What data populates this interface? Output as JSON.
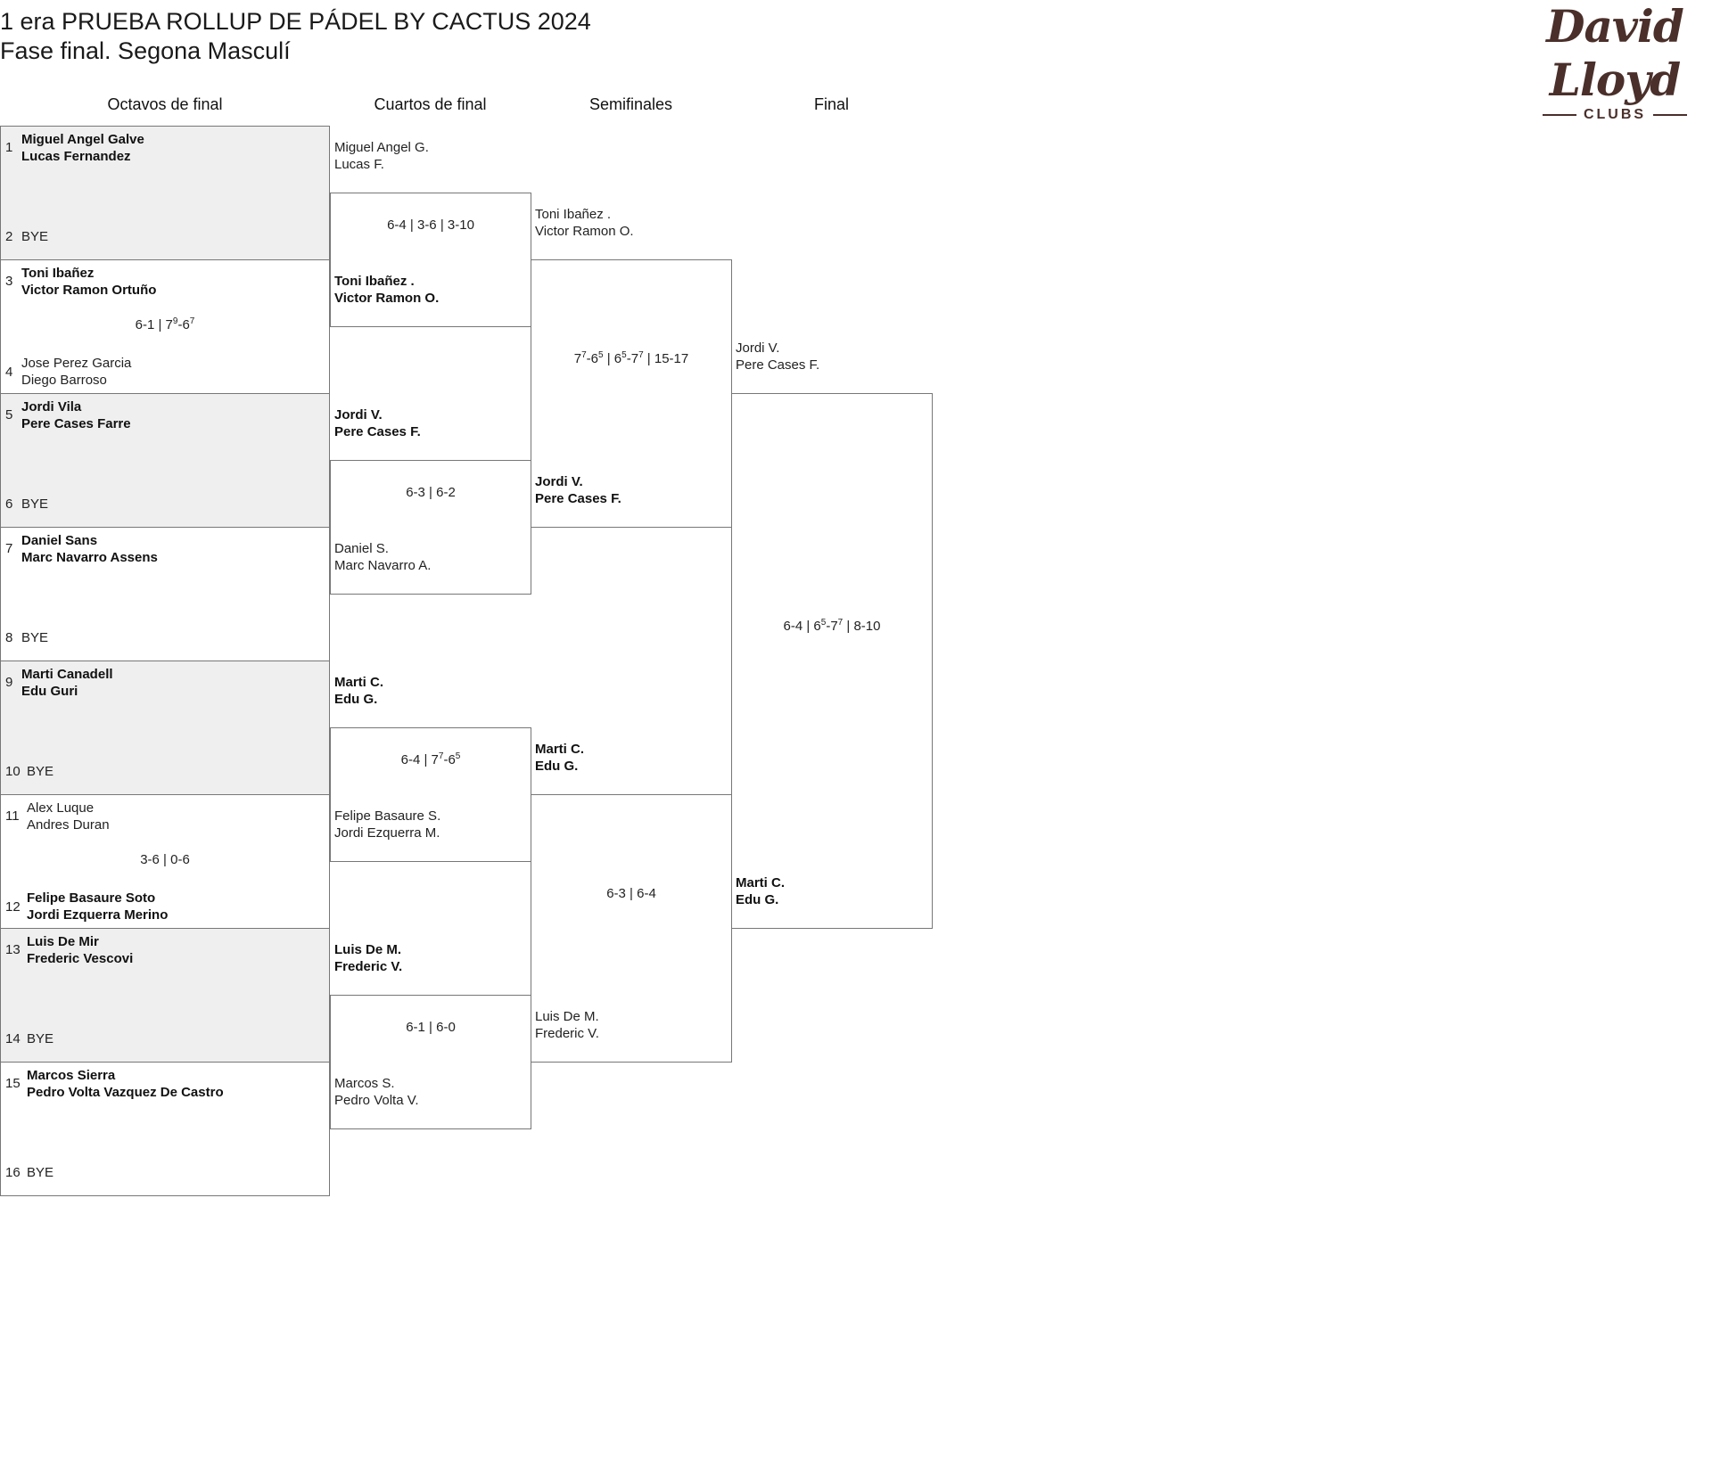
{
  "header": {
    "title": "1 era PRUEBA ROLLUP DE PÁDEL BY CACTUS 2024",
    "subtitle": "Fase final. Segona Masculí",
    "logo_script": "David Lloyd",
    "logo_clubs": "CLUBS"
  },
  "columns": [
    "Octavos de final",
    "Cuartos de final",
    "Semifinales",
    "Final"
  ],
  "r16": [
    {
      "seed_a": "1",
      "team_a": [
        "Miguel Angel Galve",
        "Lucas Fernandez"
      ],
      "seed_b": "2",
      "team_b": [
        "BYE",
        ""
      ],
      "winner": "a",
      "score": ""
    },
    {
      "seed_a": "3",
      "team_a": [
        "Toni Ibañez",
        "Victor Ramon Ortuño"
      ],
      "seed_b": "4",
      "team_b": [
        "Jose Perez Garcia",
        "Diego Barroso"
      ],
      "winner": "a",
      "score": "6-1 | 7⁹-6⁷"
    },
    {
      "seed_a": "5",
      "team_a": [
        "Jordi Vila",
        "Pere Cases Farre"
      ],
      "seed_b": "6",
      "team_b": [
        "BYE",
        ""
      ],
      "winner": "a",
      "score": ""
    },
    {
      "seed_a": "7",
      "team_a": [
        "Daniel Sans",
        "Marc Navarro Assens"
      ],
      "seed_b": "8",
      "team_b": [
        "BYE",
        ""
      ],
      "winner": "a",
      "score": ""
    },
    {
      "seed_a": "9",
      "team_a": [
        "Marti Canadell",
        "Edu Guri"
      ],
      "seed_b": "10",
      "team_b": [
        "BYE",
        ""
      ],
      "winner": "a",
      "score": ""
    },
    {
      "seed_a": "11",
      "team_a": [
        "Alex Luque",
        "Andres Duran"
      ],
      "seed_b": "12",
      "team_b": [
        "Felipe Basaure Soto",
        "Jordi Ezquerra Merino"
      ],
      "winner": "b",
      "score": "3-6 | 0-6"
    },
    {
      "seed_a": "13",
      "team_a": [
        "Luis De Mir",
        "Frederic Vescovi"
      ],
      "seed_b": "14",
      "team_b": [
        "BYE",
        ""
      ],
      "winner": "a",
      "score": ""
    },
    {
      "seed_a": "15",
      "team_a": [
        "Marcos Sierra",
        "Pedro Volta Vazquez De Castro"
      ],
      "seed_b": "16",
      "team_b": [
        "BYE",
        ""
      ],
      "winner": "a",
      "score": ""
    }
  ],
  "qf": [
    {
      "team_a": [
        "Miguel Angel G.",
        "Lucas F."
      ],
      "team_b": [
        "Toni Ibañez .",
        "Victor Ramon O."
      ],
      "winner": "b",
      "score_html": "6-4 | 3-6 | 3-10"
    },
    {
      "team_a": [
        "Jordi V.",
        "Pere Cases F."
      ],
      "team_b": [
        "Daniel S.",
        "Marc Navarro A."
      ],
      "winner": "a",
      "score_html": "6-3 | 6-2"
    },
    {
      "team_a": [
        "Marti C.",
        "Edu G."
      ],
      "team_b": [
        "Felipe Basaure S.",
        "Jordi Ezquerra M."
      ],
      "winner": "a",
      "score_html": "6-4 | 7<sup>7</sup>-6<sup>5</sup>"
    },
    {
      "team_a": [
        "Luis De M.",
        "Frederic V."
      ],
      "team_b": [
        "Marcos S.",
        "Pedro Volta V."
      ],
      "winner": "a",
      "score_html": "6-1 | 6-0"
    }
  ],
  "sf": [
    {
      "team_a": [
        "Toni Ibañez .",
        "Victor Ramon O."
      ],
      "team_b": [
        "Jordi V.",
        "Pere Cases F."
      ],
      "winner": "b",
      "score_html": "7<sup>7</sup>-6<sup>5</sup> | 6<sup>5</sup>-7<sup>7</sup> | 15-17"
    },
    {
      "team_a": [
        "Marti C.",
        "Edu G."
      ],
      "team_b": [
        "Luis De M.",
        "Frederic V."
      ],
      "winner": "a",
      "score_html": "6-3 | 6-4"
    }
  ],
  "final": {
    "team_a": [
      "Jordi V.",
      "Pere Cases F."
    ],
    "team_b": [
      "Marti C.",
      "Edu G."
    ],
    "winner": "b",
    "score_html": "6-4 | 6<sup>5</sup>-7<sup>7</sup> | 8-10"
  }
}
